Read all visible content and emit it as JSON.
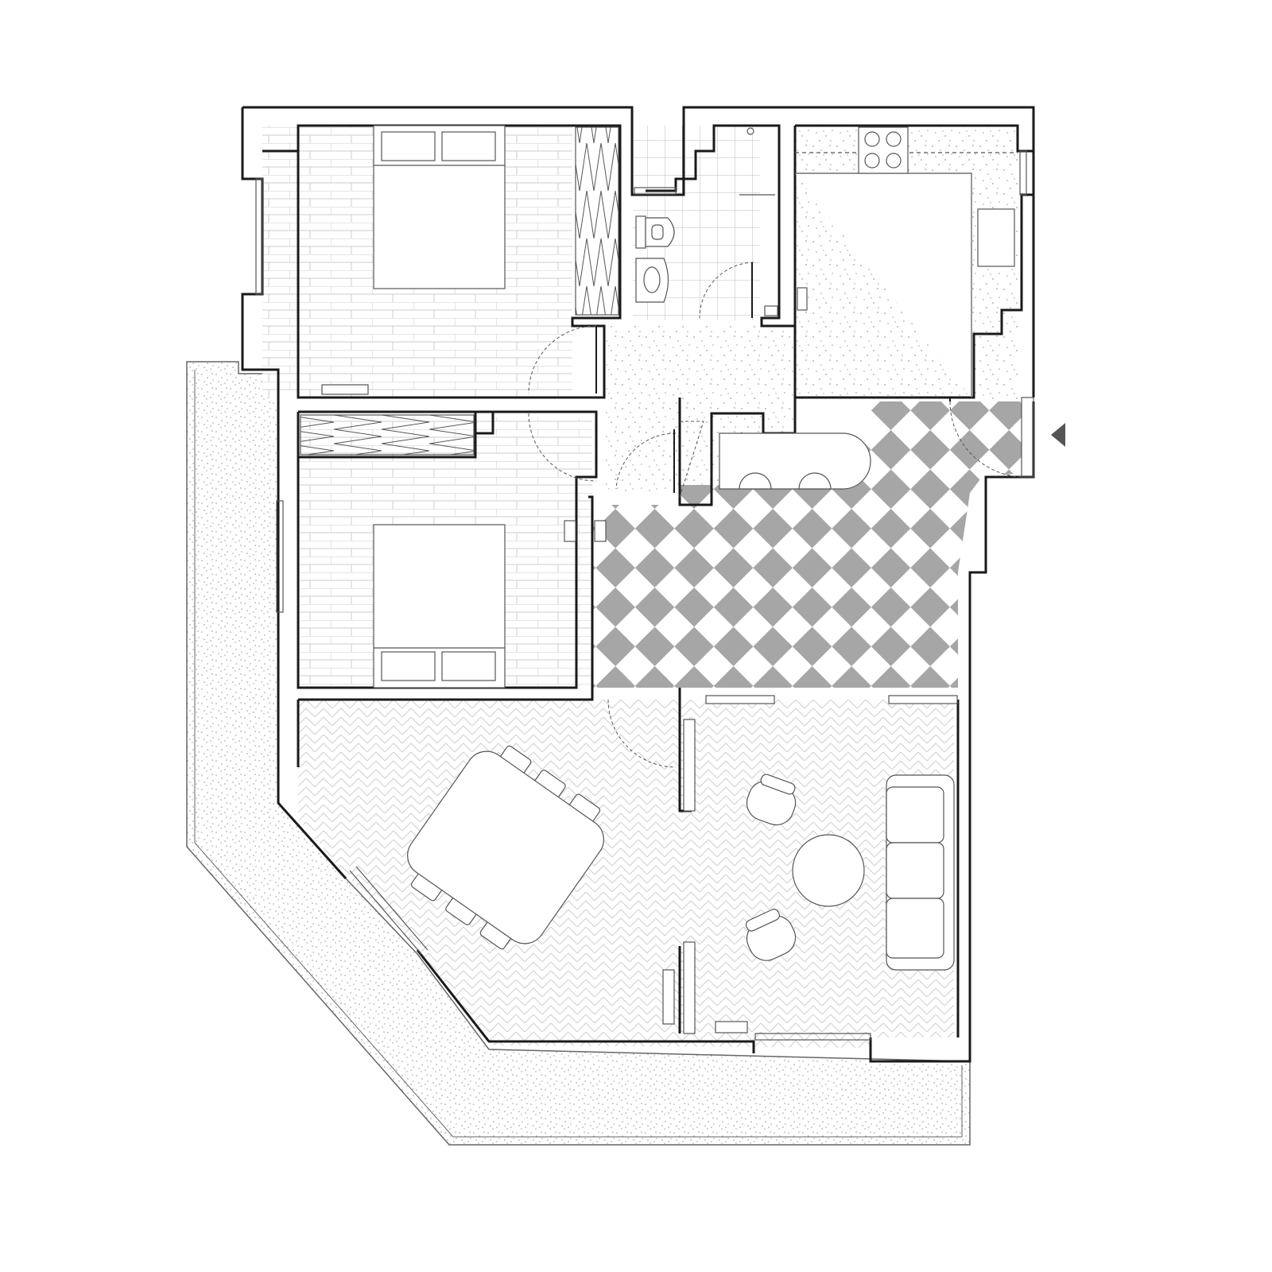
{
  "drawing": {
    "kind": "apartment-floor-plan",
    "orientation_marker": "entrance-arrow"
  },
  "rooms": [
    {
      "id": "bedroom-1",
      "floor": "brick-tile",
      "furniture": [
        "double-bed",
        "wardrobe"
      ]
    },
    {
      "id": "bathroom",
      "floor": "square-tile",
      "furniture": [
        "toilet",
        "washbasin",
        "shower"
      ]
    },
    {
      "id": "kitchen",
      "floor": "terrazzo",
      "furniture": [
        "cooktop",
        "sink",
        "counter"
      ]
    },
    {
      "id": "hallway",
      "floor": "terrazzo"
    },
    {
      "id": "bedroom-2",
      "floor": "brick-tile",
      "furniture": [
        "double-bed",
        "wardrobe"
      ]
    },
    {
      "id": "entry-hall",
      "floor": "checkerboard",
      "furniture": [
        "breakfast-bar",
        "stools"
      ]
    },
    {
      "id": "living-dining",
      "floor": "herringbone-parquet",
      "furniture": [
        "dining-table",
        "chairs",
        "sofa",
        "armchairs",
        "round-coffee-table"
      ]
    },
    {
      "id": "balcony",
      "floor": "stippled"
    }
  ],
  "colors": {
    "wall": "#1a1a1a",
    "checker_dark": "#a6a6a6",
    "checker_light": "#ffffff",
    "pattern_line": "#c8c8c8",
    "dots": "#999999",
    "furniture_stroke": "#555555",
    "background": "#ffffff"
  }
}
